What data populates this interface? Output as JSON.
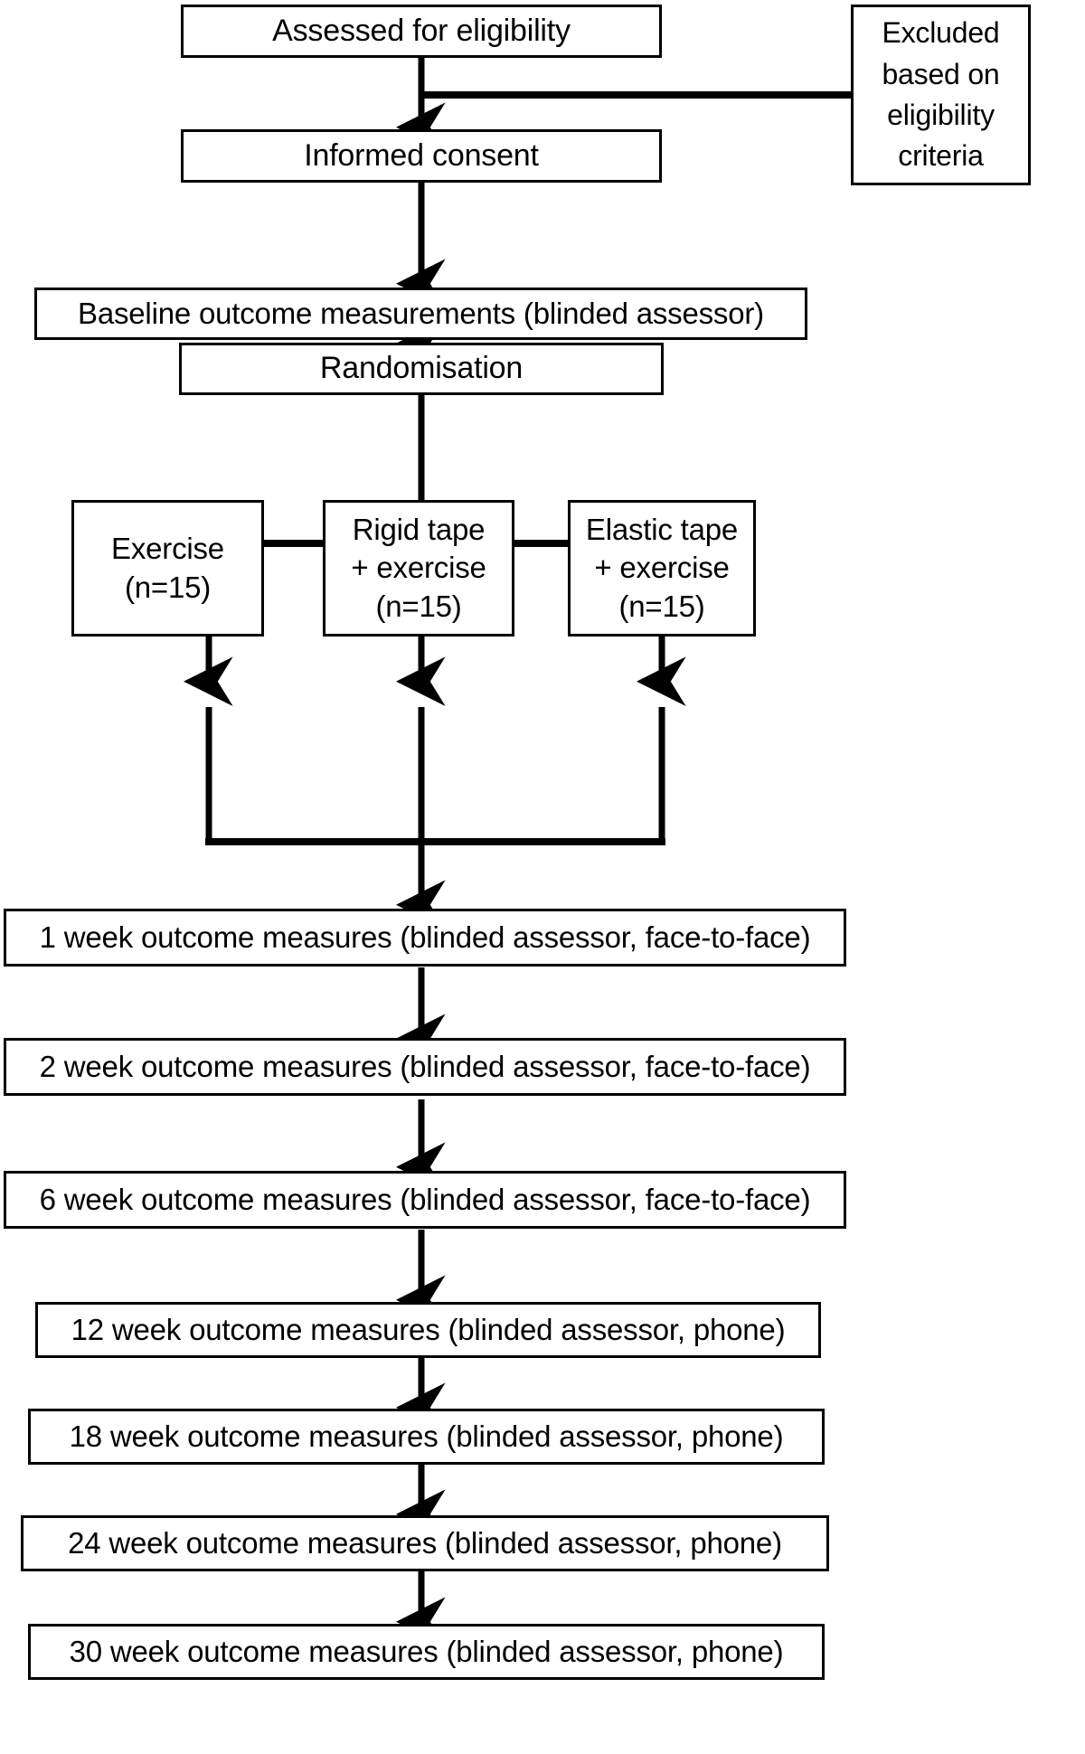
{
  "diagram": {
    "title": "CONSORT participant flow diagram",
    "type": "flowchart",
    "line_color": "#000000",
    "box_fill": "#ffffff",
    "box_border_color": "#000000",
    "nodes": {
      "assessed": "Assessed for eligibility",
      "excluded": "Excluded based on eligibility criteria",
      "consent": "Informed consent",
      "baseline": "Baseline outcome measurements (blinded assessor)",
      "randomisation": "Randomisation",
      "arm_exercise_line1": "Exercise",
      "arm_exercise_line2": "(n=15)",
      "arm_rigid_line1": "Rigid tape",
      "arm_rigid_line2": "+ exercise",
      "arm_rigid_line3": "(n=15)",
      "arm_elastic_line1": "Elastic tape",
      "arm_elastic_line2": "+ exercise",
      "arm_elastic_line3": "(n=15)",
      "week1": "1 week outcome measures (blinded assessor, face-to-face)",
      "week2": "2 week outcome measures (blinded assessor, face-to-face)",
      "week6": "6 week outcome measures (blinded assessor, face-to-face)",
      "week12": "12 week outcome measures (blinded assessor,  phone)",
      "week18": "18 week outcome measures (blinded assessor,  phone)",
      "week24": "24 week outcome measures (blinded assessor,  phone)",
      "week30": "30 week outcome measures (blinded assessor,  phone)"
    }
  }
}
